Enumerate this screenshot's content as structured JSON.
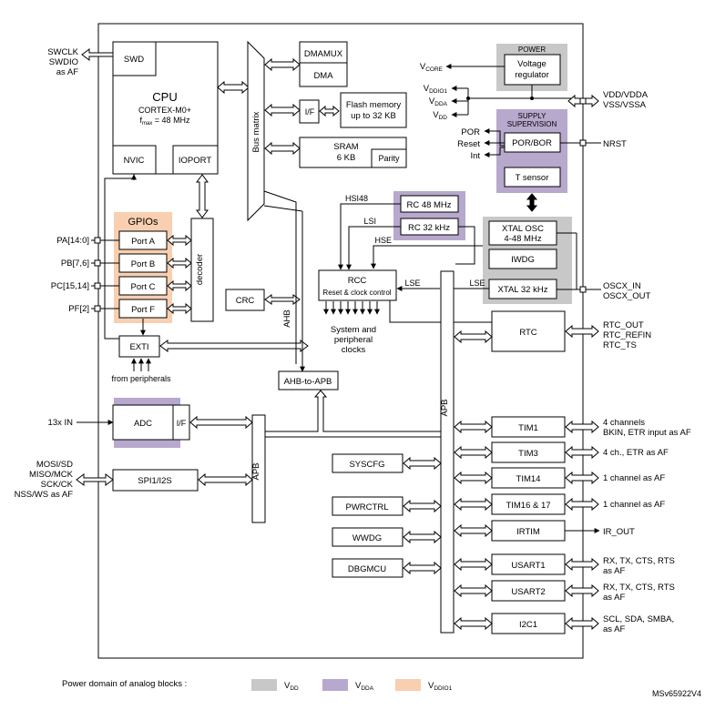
{
  "colors": {
    "vdd": "#c8c8c8",
    "vdda": "#b7a8cd",
    "vddio1": "#f8cfb0",
    "fill_white": "#ffffff",
    "stroke": "#000000"
  },
  "left_pins": {
    "swd_line1": "SWCLK",
    "swd_line2": "SWDIO",
    "swd_line3": "as AF",
    "pa": "PA[14:0]",
    "pb": "PB[7,6]",
    "pc": "PC[15,14]",
    "pf": "PF[2]",
    "adc_in": "13x IN",
    "spi_line1": "MOSI/SD",
    "spi_line2": "MISO/MCK",
    "spi_line3": "SCK/CK",
    "spi_line4": "NSS/WS as AF"
  },
  "cpu": {
    "swd": "SWD",
    "title": "CPU",
    "core": "CORTEX-M0+",
    "fmax_f": "f",
    "fmax_sub": "max",
    "fmax_val": " = 48 MHz",
    "nvic": "NVIC",
    "ioport": "IOPORT"
  },
  "gpio": {
    "title": "GPIOs",
    "port_a": "Port A",
    "port_b": "Port B",
    "port_c": "Port C",
    "port_f": "Port F",
    "decoder": "decoder"
  },
  "exti": {
    "label": "EXTI",
    "from": "from peripherals"
  },
  "crc": "CRC",
  "bus_matrix": "Bus matrix",
  "ahb": "AHB",
  "ahb_to_apb": "AHB-to-APB",
  "apb": "APB",
  "memory": {
    "dmamux": "DMAMUX",
    "dma": "DMA",
    "if": "I/F",
    "flash_line1": "Flash memory",
    "flash_line2": "up to 32 KB",
    "sram_line1": "SRAM",
    "sram_line2": "6 KB",
    "parity": "Parity"
  },
  "clocks": {
    "hsi48": "HSI48",
    "lsi": "LSI",
    "hse": "HSE",
    "lse_left": "LSE",
    "lse_right": "LSE",
    "rc48": "RC 48 MHz",
    "rc32": "RC 32 kHz",
    "rcc": "RCC",
    "rcc_sub": "Reset & clock control",
    "sys_line1": "System and",
    "sys_line2": "peripheral",
    "sys_line3": "clocks",
    "xtal_osc_line1": "XTAL OSC",
    "xtal_osc_line2": "4-48 MHz",
    "iwdg": "IWDG",
    "xtal32": "XTAL 32 kHz"
  },
  "power": {
    "title": "POWER",
    "reg_line1": "Voltage",
    "reg_line2": "regulator",
    "vcore_v": "V",
    "vcore_sub": "CORE",
    "vddio1_v": "V",
    "vddio1_sub": "DDIO1",
    "vdda_v": "V",
    "vdda_sub": "DDA",
    "vdd_v": "V",
    "vdd_sub": "DD",
    "sup_line1": "SUPPLY",
    "sup_line2": "SUPERVISION",
    "por_bor": "POR/BOR",
    "t_sensor": "T sensor",
    "por": "POR",
    "reset": "Reset",
    "int": "Int"
  },
  "right_pins": {
    "vdd_line1": "VDD/VDDA",
    "vdd_line2": "VSS/VSSA",
    "nrst": "NRST",
    "osc_line1": "OSCX_IN",
    "osc_line2": "OSCX_OUT",
    "rtc_line1": "RTC_OUT",
    "rtc_line2": "RTC_REFIN",
    "rtc_line3": "RTC_TS",
    "tim1_line1": "4  channels",
    "tim1_line2": "BKIN, ETR input as AF",
    "tim3": "4 ch., ETR as AF",
    "tim14": "1 channel as AF",
    "tim1617": "1 channel as AF",
    "irtim": "IR_OUT",
    "usart1_line1": "RX, TX, CTS, RTS",
    "usart1_line2": "as AF",
    "usart2_line1": "RX, TX, CTS, RTS",
    "usart2_line2": "as AF",
    "i2c_line1": "SCL, SDA, SMBA,",
    "i2c_line2": "as AF"
  },
  "apb_periph": {
    "adc": "ADC",
    "adc_if": "I/F",
    "spi": "SPI1/I2S",
    "syscfg": "SYSCFG",
    "pwrctrl": "PWRCTRL",
    "wwdg": "WWDG",
    "dbgmcu": "DBGMCU",
    "rtc": "RTC",
    "tim1": "TIM1",
    "tim3": "TIM3",
    "tim14": "TIM14",
    "tim1617": "TIM16 & 17",
    "irtim": "IRTIM",
    "usart1": "USART1",
    "usart2": "USART2",
    "i2c1": "I2C1"
  },
  "legend": {
    "title": "Power domain of analog blocks :",
    "vdd_v": "V",
    "vdd_sub": "DD",
    "vdda_v": "V",
    "vdda_sub": "DDA",
    "vddio1_v": "V",
    "vddio1_sub": "DDIO1"
  },
  "doc_ref": "MSv65922V4"
}
